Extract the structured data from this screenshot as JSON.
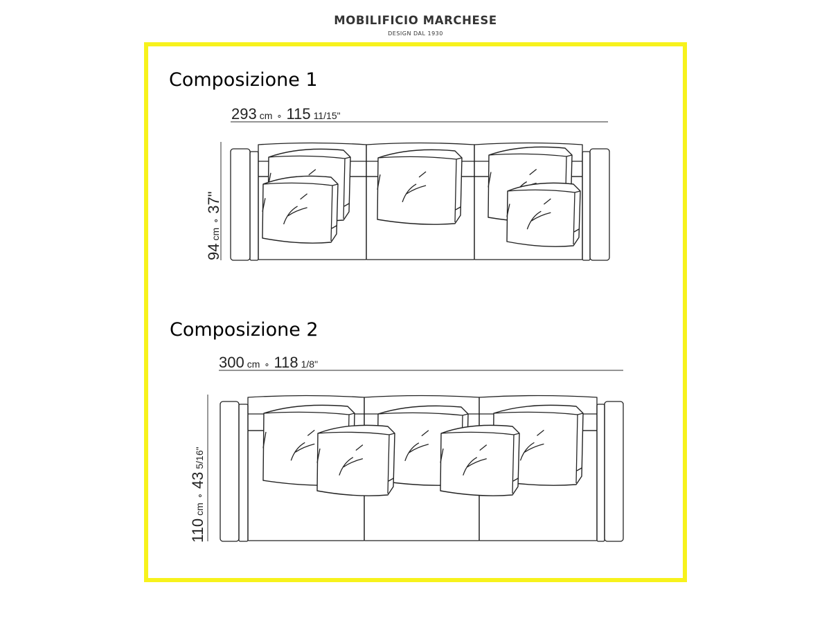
{
  "brand": {
    "name": "MOBILIFICIO MARCHESE",
    "tagline": "DESIGN DAL 1930"
  },
  "colors": {
    "frame": "#f7f21c",
    "line": "#222222"
  },
  "compositions": [
    {
      "title": "Composizione 1",
      "width": {
        "cm": "293",
        "cm_unit": "cm",
        "sep": "∘",
        "in": "115",
        "in_frac": "11/15\""
      },
      "depth": {
        "cm": "94",
        "cm_unit": "cm",
        "sep": "∘",
        "in": "37\"",
        "in_frac": ""
      }
    },
    {
      "title": "Composizione 2",
      "width": {
        "cm": "300",
        "cm_unit": "cm",
        "sep": "∘",
        "in": "118",
        "in_frac": "1/8\""
      },
      "depth": {
        "cm": "110",
        "cm_unit": "cm",
        "sep": "∘",
        "in": "43",
        "in_frac": "5/16\""
      }
    }
  ]
}
